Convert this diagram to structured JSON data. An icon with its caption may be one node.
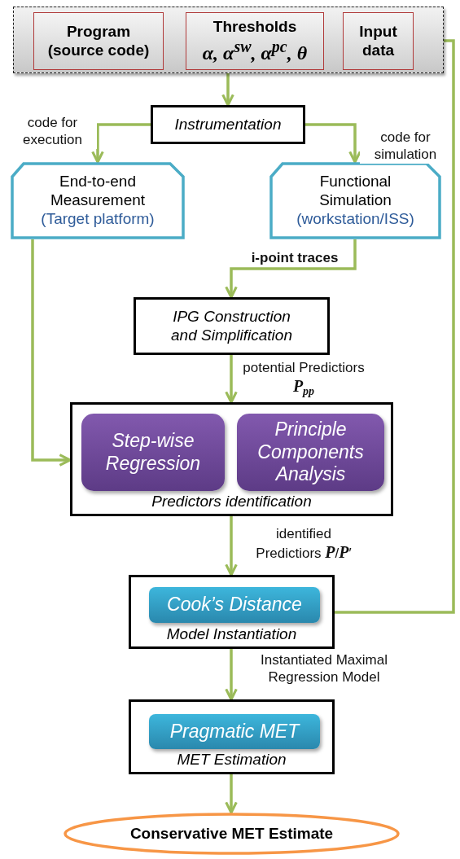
{
  "diagram": {
    "nodes": [
      {
        "text": [],
        "shape": "box"
      },
      {
        "text": [
          "Program (source code)"
        ],
        "in": 0
      },
      {
        "text": [
          "Thresholds",
          "α, α$^{sw}$, α$^{pc}$, θ"
        ],
        "in": 0
      },
      {
        "text": [
          "Input data"
        ],
        "in": 0
      },
      {
        "text": [
          "Instrumentation"
        ]
      },
      {
        "text": [
          "End-to-end Measurement",
          "(Target platform)"
        ]
      },
      {
        "text": [
          "Functional Simulation",
          "(workstation/ISS)"
        ]
      },
      {
        "text": [
          "IPG Construction and Simplification"
        ]
      },
      {
        "text": [
          "Predictors identification"
        ]
      },
      {
        "text": [
          "Step-wise Regression"
        ],
        "in": 8
      },
      {
        "text": [
          "Principle Components Analysis"
        ],
        "in": 8
      },
      {
        "text": [
          "Model Instantiation"
        ]
      },
      {
        "text": [
          "Cook’s Distance"
        ],
        "in": 11
      },
      {
        "text": [
          "MET Estimation"
        ]
      },
      {
        "text": [
          "Pragmatic MET"
        ],
        "in": 13
      },
      {
        "text": [
          "Conservative MET Estimate"
        ]
      }
    ],
    "edges": [
      {
        "from": 0,
        "to": 4,
        "arrow": "to"
      },
      {
        "from": 4,
        "to": 5,
        "arrow": "to",
        "label": "code for execution"
      },
      {
        "from": 4,
        "to": 6,
        "arrow": "to",
        "label": "code for simulation"
      },
      {
        "from": 6,
        "to": 7,
        "arrow": "to",
        "label": "i-point traces"
      },
      {
        "from": 5,
        "to": 8,
        "arrow": "to"
      },
      {
        "from": 7,
        "to": 8,
        "arrow": "to",
        "label": "potential Predictiors *P*$_{pp}$"
      },
      {
        "from": 8,
        "to": 11,
        "arrow": "to",
        "label": "identified Predictiors *P*/*P*′"
      },
      {
        "from": 11,
        "to": 3,
        "arrow": "to"
      },
      {
        "from": 11,
        "to": 13,
        "arrow": "to",
        "label": "Instantiated Maximal Regression  Model"
      },
      {
        "from": 13,
        "to": 15,
        "arrow": "to"
      }
    ]
  }
}
